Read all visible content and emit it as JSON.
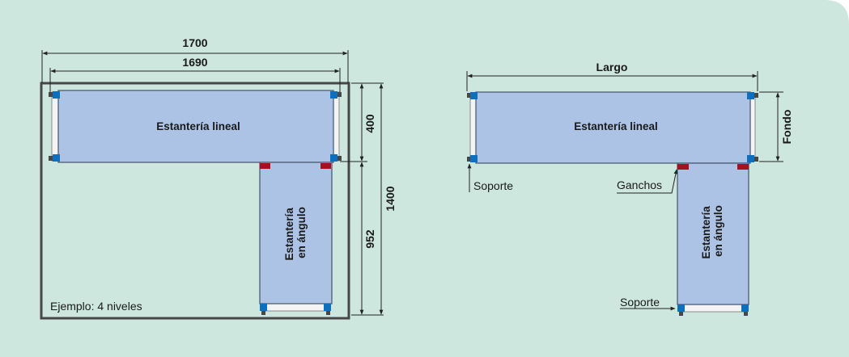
{
  "colors": {
    "background": "#cde6de",
    "shelf_fill": "#adc3e6",
    "shelf_border": "#44546a",
    "upright": "#0d6fbd",
    "hook": "#a5111e",
    "frame": "#474747",
    "line": "#222222"
  },
  "left_diagram": {
    "dim_outer_width": "1700",
    "dim_inner_width": "1690",
    "dim_depth": "400",
    "dim_corner_length": "952",
    "dim_total_height": "1400",
    "linear_shelf_label": "Estantería lineal",
    "corner_shelf_label_line1": "Estantería",
    "corner_shelf_label_line2": "en ángulo",
    "example_note": "Ejemplo: 4 niveles"
  },
  "right_diagram": {
    "dim_length": "Largo",
    "dim_depth": "Fondo",
    "linear_shelf_label": "Estantería lineal",
    "corner_shelf_label_line1": "Estantería",
    "corner_shelf_label_line2": "en ángulo",
    "callout_support_top": "Soporte",
    "callout_hooks": "Ganchos",
    "callout_support_bottom": "Soporte"
  }
}
